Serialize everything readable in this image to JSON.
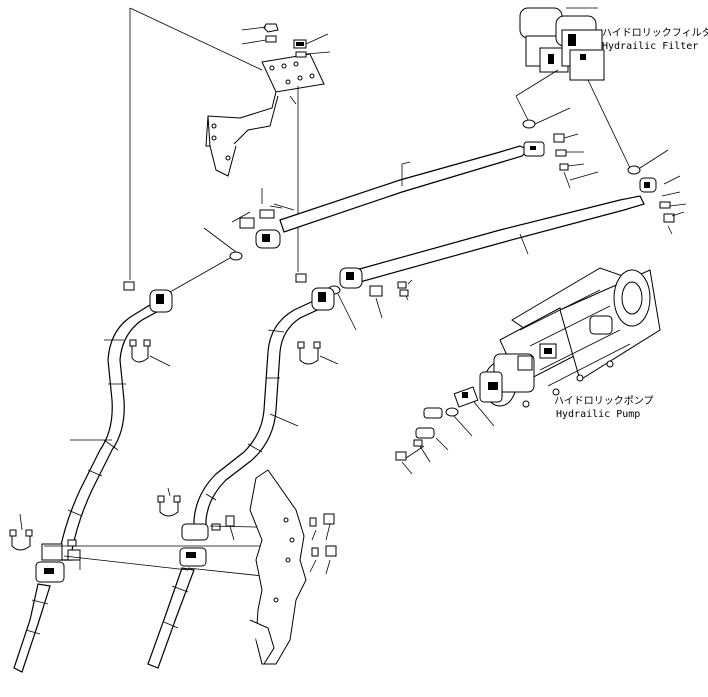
{
  "labels": {
    "filter_jp": "ハイドロリックフィルタ",
    "filter_en": "Hydrailic Filter",
    "pump_jp": "ハイドロリックポンプ",
    "pump_en": "Hydrailic Pump"
  }
}
